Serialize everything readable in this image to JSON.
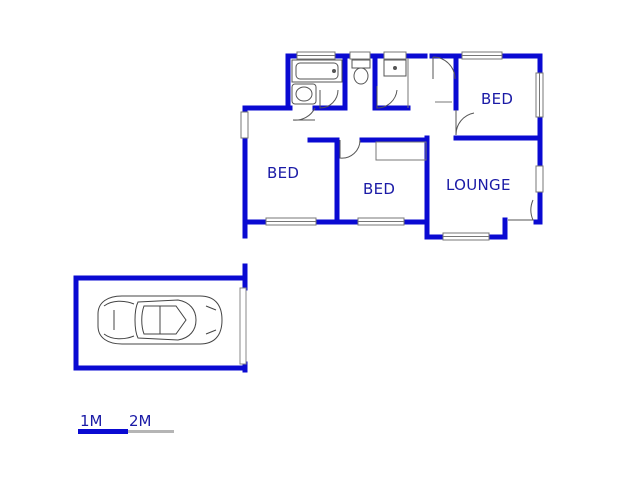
{
  "rooms": {
    "bed_top_right": "BED",
    "bed_left": "BED",
    "bed_middle": "BED",
    "lounge": "LOUNGE"
  },
  "scale_bar": {
    "label_1": "1M",
    "label_2": "2M"
  },
  "colors": {
    "wall": "#0a0ad2",
    "fixture": "#555555",
    "window": "#777777",
    "scale_dark": "#0a0ad2",
    "scale_light": "#b5b5b5"
  }
}
